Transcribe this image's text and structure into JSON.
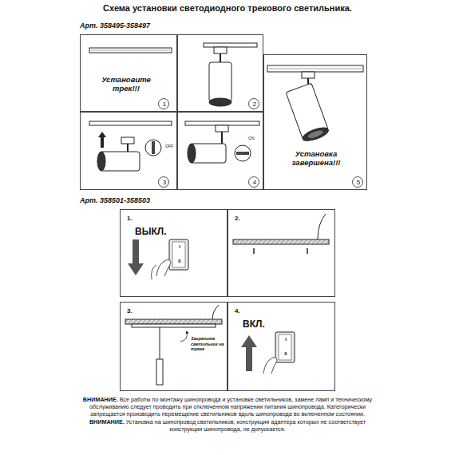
{
  "diagram": {
    "title": "Схема установки светодиодного трекового светильника.",
    "nodes": [
      {
        "text": [
          "Установите трек!!!",
          "1"
        ]
      },
      {
        "text": [
          "2"
        ]
      },
      {
        "text": [
          "3",
          "OFF"
        ]
      },
      {
        "text": [
          "4",
          "ON"
        ]
      },
      {
        "text": [
          "Установка завершена!!!",
          "5"
        ]
      },
      {
        "text": [
          "1.",
          "ВЫКЛ.",
          "I",
          "0"
        ]
      },
      {
        "text": [
          "2."
        ]
      },
      {
        "text": [
          "3.",
          "Закрепите светильник на треке"
        ]
      },
      {
        "text": [
          "4.",
          "ВКЛ.",
          "I",
          "0"
        ]
      }
    ],
    "labels": [
      "Арт. 358495-358497",
      "Арт. 358501-358503",
      "ВНИМАНИЕ.",
      "Все работы по монтажу шинопровода и установке светильников, замене ламп и техническому обслуживанию следует проводить при отключенном напряжении питания шинопровода. Категорически запрещается производить перемещение светильников вдоль шинопровода во включенном состоянии.",
      "ВНИМАНИЕ.",
      "Установка на шинопровод светильников, конструкция адаптера которых не соответствует конструкции шинопровода, не допускается."
    ]
  }
}
